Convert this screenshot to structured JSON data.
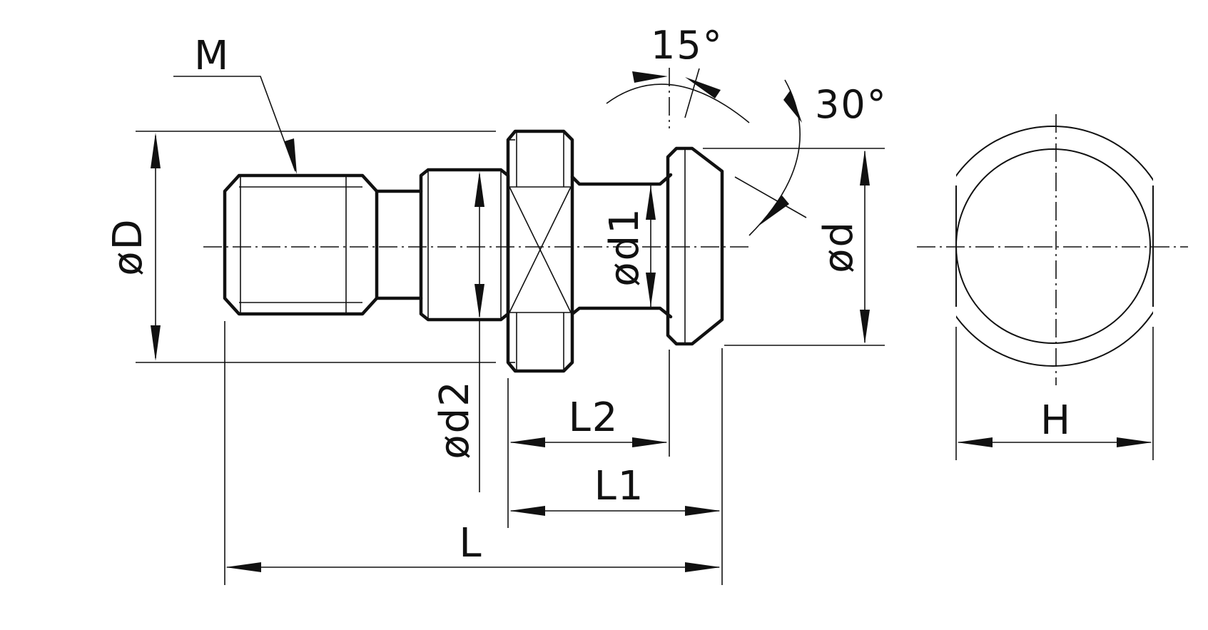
{
  "labels": {
    "thread": "M",
    "angle_top": "15°",
    "angle_head": "30°",
    "dia_flange": "øD",
    "dia_neck": "ød1",
    "dia_head": "ød",
    "dia_collar": "ød2",
    "len_l2": "L2",
    "len_l1": "L1",
    "len_total": "L",
    "width_flats": "H"
  }
}
